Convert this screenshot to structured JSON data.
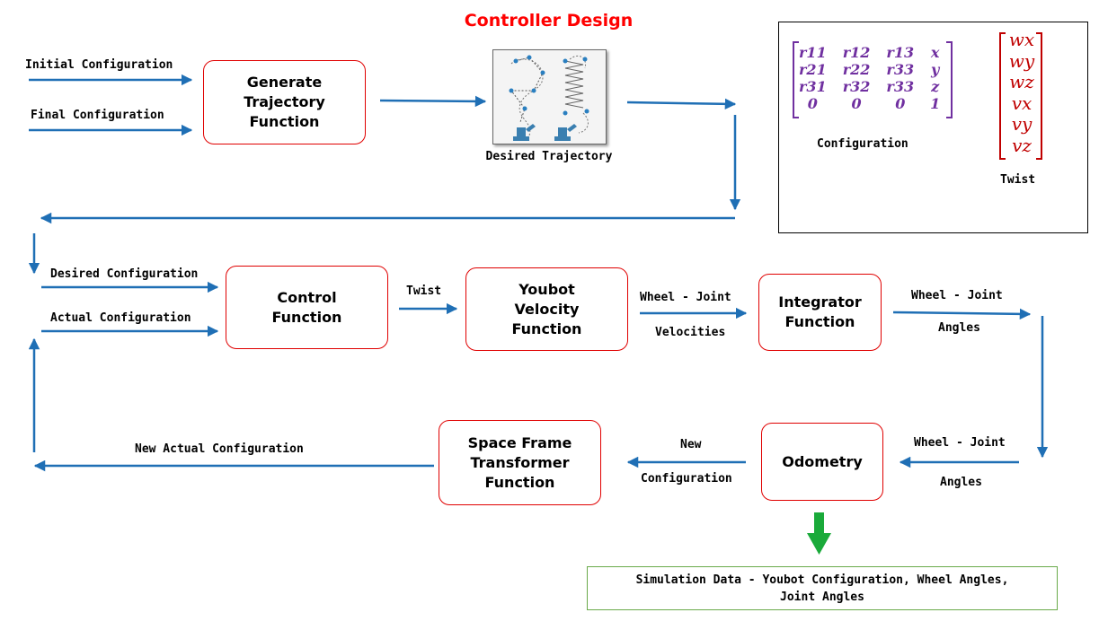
{
  "title": "Controller Design",
  "blocks": {
    "generate_trajectory": "Generate\nTrajectory\nFunction",
    "control": "Control\nFunction",
    "youbot_velocity": "Youbot\nVelocity\nFunction",
    "integrator": "Integrator\nFunction",
    "odometry": "Odometry",
    "space_frame": "Space Frame\nTransformer\nFunction"
  },
  "labels": {
    "initial_configuration": "Initial Configuration",
    "final_configuration": "Final Configuration",
    "desired_trajectory": "Desired Trajectory",
    "desired_configuration": "Desired Configuration",
    "actual_configuration": "Actual Configuration",
    "twist": "Twist",
    "wheel_joint_1": "Wheel - Joint",
    "velocities": "Velocities",
    "wheel_joint_2": "Wheel - Joint",
    "angles_1": "Angles",
    "wheel_joint_3": "Wheel - Joint",
    "angles_2": "Angles",
    "new": "New",
    "configuration": "Configuration",
    "new_actual_configuration": "New Actual Configuration"
  },
  "legend": {
    "config_matrix": [
      [
        "r11",
        "r12",
        "r13",
        "x"
      ],
      [
        "r21",
        "r22",
        "r33",
        "y"
      ],
      [
        "r31",
        "r32",
        "r33",
        "z"
      ],
      [
        "0",
        "0",
        "0",
        "1"
      ]
    ],
    "config_caption": "Configuration",
    "twist_vector": [
      "wx",
      "wy",
      "wz",
      "vx",
      "vy",
      "vz"
    ],
    "twist_caption": "Twist"
  },
  "simulation_output": "Simulation Data - Youbot Configuration, Wheel Angles,\nJoint Angles",
  "colors": {
    "arrow": "#1f6fb5",
    "box_border": "#e00000",
    "title": "#ff0000",
    "config_matrix": "#7030a0",
    "twist_vector": "#c00000",
    "output_arrow": "#1aaa3a",
    "output_border": "#6aaa4a"
  }
}
